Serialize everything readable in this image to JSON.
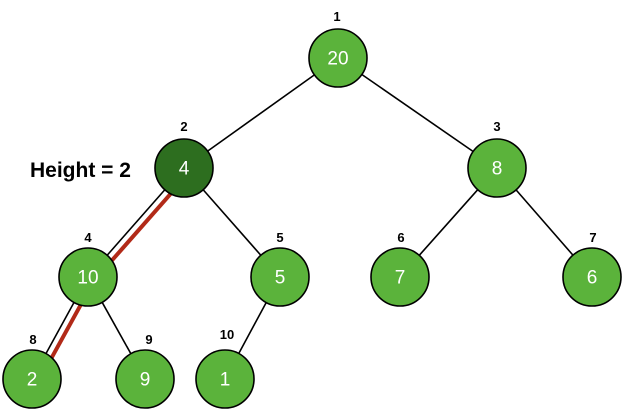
{
  "colors": {
    "node_fill": "#5bb33b",
    "node_highlight_fill": "#2d6e1f",
    "node_stroke": "#000000",
    "edge": "#000000",
    "highlight_path": "#b22a18",
    "text_on_node": "#ffffff",
    "label": "#000000"
  },
  "height_label": "Height = 2",
  "nodes": [
    {
      "index": "1",
      "value": "20",
      "highlighted": false
    },
    {
      "index": "2",
      "value": "4",
      "highlighted": true
    },
    {
      "index": "3",
      "value": "8",
      "highlighted": false
    },
    {
      "index": "4",
      "value": "10",
      "highlighted": false
    },
    {
      "index": "5",
      "value": "5",
      "highlighted": false
    },
    {
      "index": "6",
      "value": "7",
      "highlighted": false
    },
    {
      "index": "7",
      "value": "6",
      "highlighted": false
    },
    {
      "index": "8",
      "value": "2",
      "highlighted": false
    },
    {
      "index": "9",
      "value": "9",
      "highlighted": false
    },
    {
      "index": "10",
      "value": "1",
      "highlighted": false
    }
  ],
  "edges": [
    {
      "from": "1",
      "to": "2"
    },
    {
      "from": "1",
      "to": "3"
    },
    {
      "from": "2",
      "to": "4"
    },
    {
      "from": "2",
      "to": "5"
    },
    {
      "from": "3",
      "to": "6"
    },
    {
      "from": "3",
      "to": "7"
    },
    {
      "from": "4",
      "to": "8"
    },
    {
      "from": "4",
      "to": "9"
    },
    {
      "from": "5",
      "to": "10"
    }
  ],
  "highlighted_path": [
    "2",
    "4",
    "8"
  ]
}
